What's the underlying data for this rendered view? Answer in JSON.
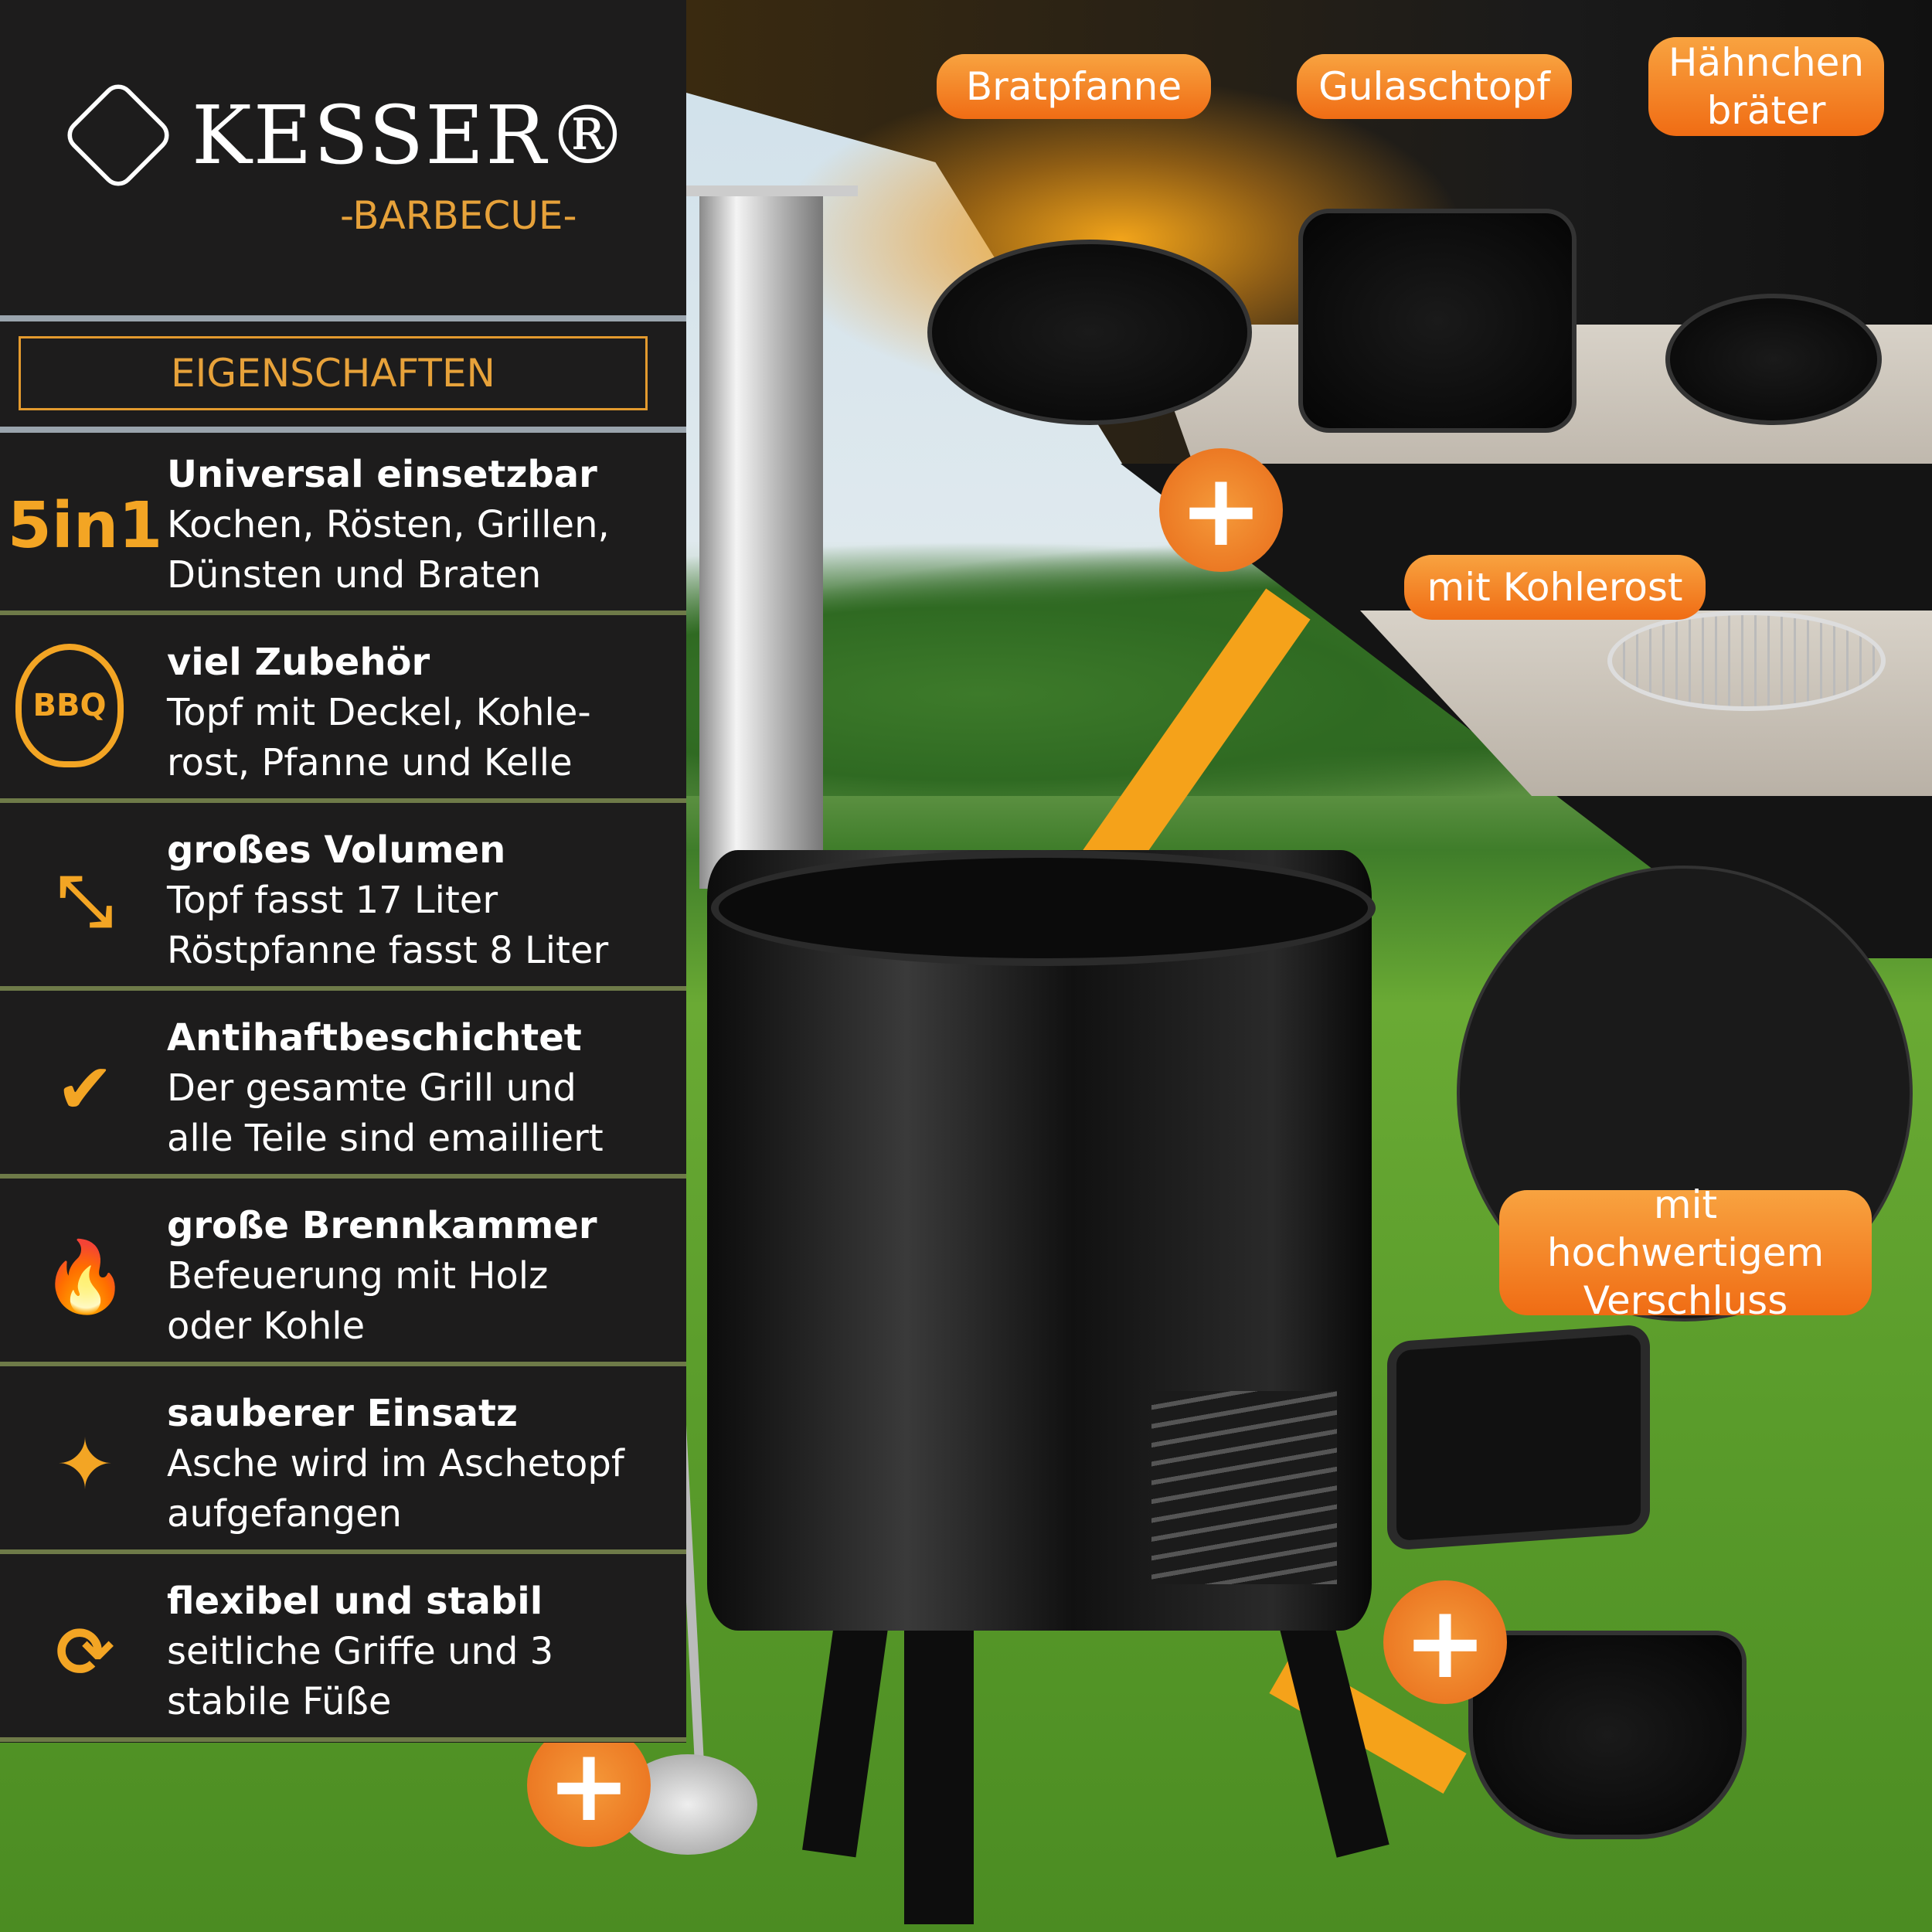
{
  "brand": {
    "name": "KESSER®",
    "subtitle": "-BARBECUE-"
  },
  "section_title": "EIGENSCHAFTEN",
  "features": [
    {
      "icon": "5in1-icon",
      "icon_text": "5in1",
      "title": "Universal einsetzbar",
      "lines": [
        "Kochen, Rösten, Grillen,",
        "Dünsten und Braten"
      ]
    },
    {
      "icon": "bbq-flame-icon",
      "icon_text": "BBQ",
      "title": "viel Zubehör",
      "lines": [
        "Topf mit Deckel, Kohle-",
        "rost, Pfanne und Kelle"
      ]
    },
    {
      "icon": "expand-arrows-icon",
      "icon_text": "⤡",
      "title": "großes Volumen",
      "lines": [
        "Topf fasst 17 Liter",
        "Röstpfanne fasst 8 Liter"
      ]
    },
    {
      "icon": "shield-check-icon",
      "icon_text": "✔",
      "title": "Antihaftbeschichtet",
      "lines": [
        "Der gesamte Grill und",
        "alle Teile sind emailliert"
      ]
    },
    {
      "icon": "campfire-icon",
      "icon_text": "🔥",
      "title": "große Brennkammer",
      "lines": [
        "Befeuerung mit Holz",
        "oder Kohle"
      ]
    },
    {
      "icon": "sparkle-icon",
      "icon_text": "✦",
      "title": "sauberer Einsatz",
      "lines": [
        "Asche wird im Aschetopf",
        "aufgefangen"
      ]
    },
    {
      "icon": "refresh-arrows-icon",
      "icon_text": "⟳",
      "title": "flexibel und stabil",
      "lines": [
        "seitliche Griffe und 3",
        "stabile Füße"
      ]
    }
  ],
  "labels": {
    "pan": "Bratpfanne",
    "pot": "Gulaschtopf",
    "roaster": "Hähnchen bräter",
    "grate": "mit Kohlerost",
    "latch": "mit hochwertigem Verschluss"
  },
  "plus": "+",
  "colors": {
    "accent": "#f39a1e",
    "panel": "#1d1c1c"
  }
}
